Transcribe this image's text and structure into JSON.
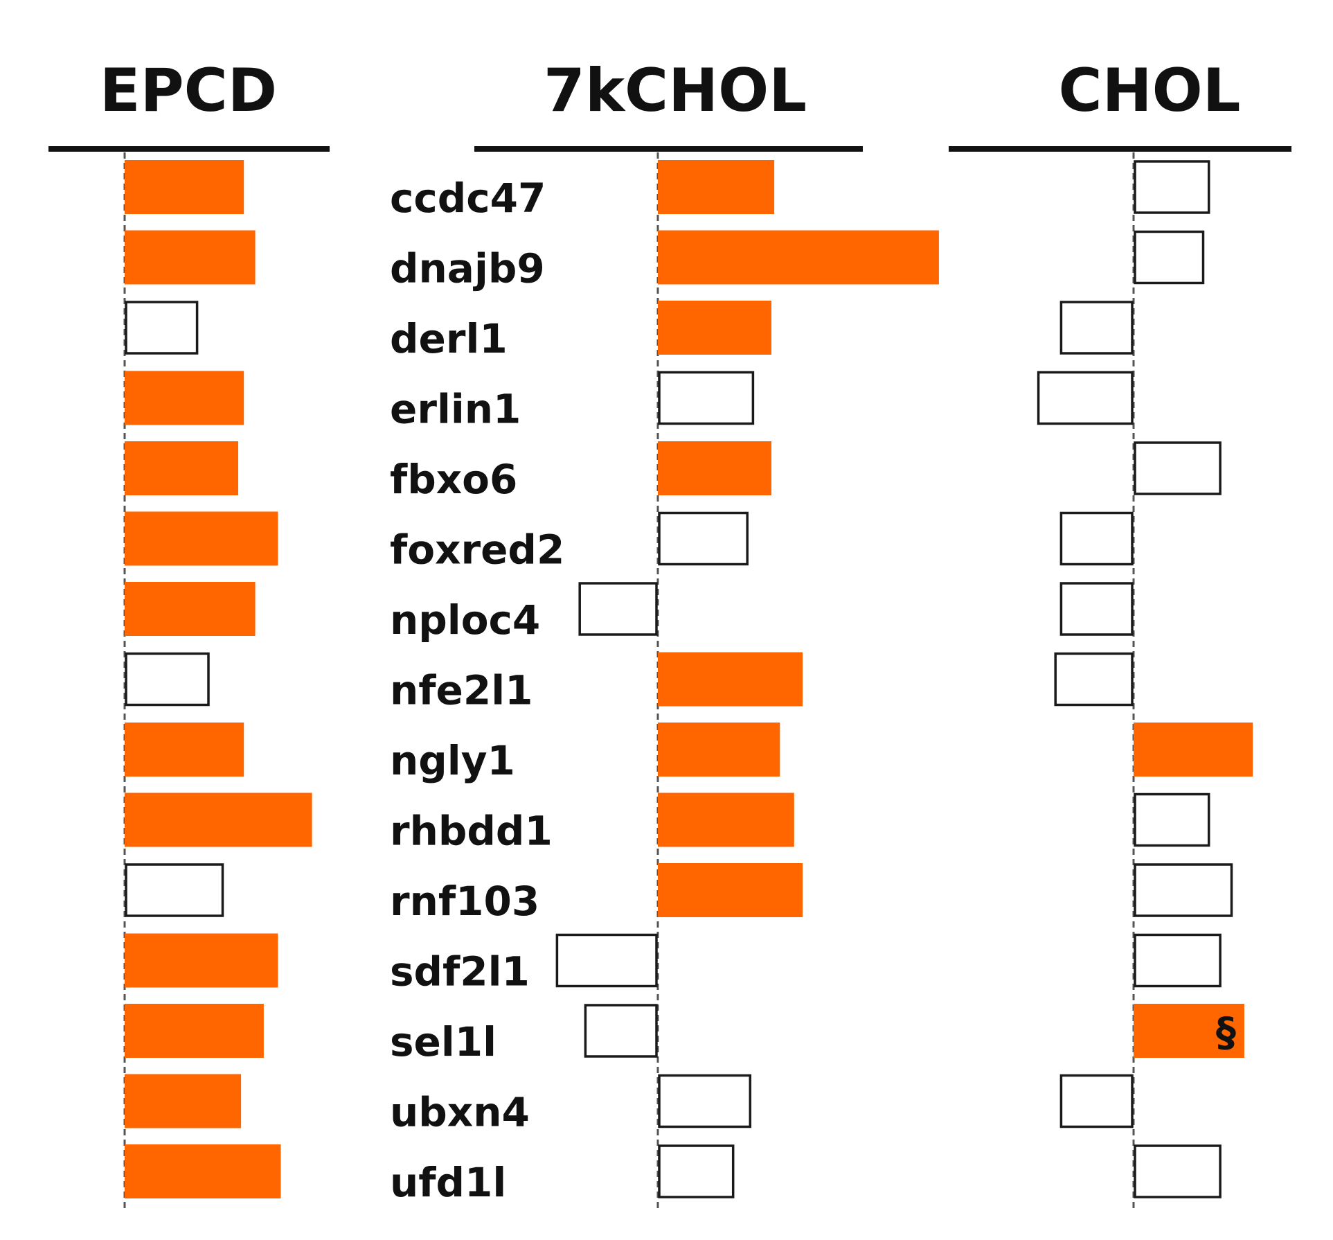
{
  "chart_data": {
    "type": "bar",
    "orientation": "horizontal",
    "categories": [
      "ccdc47",
      "dnajb9",
      "derl1",
      "erlin1",
      "fbxo6",
      "foxred2",
      "nploc4",
      "nfe2l1",
      "ngly1",
      "rhbdd1",
      "rnf103",
      "sdf2l1",
      "sel1l",
      "ubxn4",
      "ufd1l"
    ],
    "bar_style": {
      "significant": "filled",
      "not_significant": "outline"
    },
    "colors": {
      "filled": "#FF6600",
      "outline": "#1a1a1a",
      "baseline": "#555555",
      "header_rule": "#111111"
    },
    "grid": false,
    "panels": [
      {
        "title": "EPCD",
        "values": [
          2.1,
          2.3,
          1.3,
          2.1,
          2.0,
          2.7,
          2.3,
          1.5,
          2.1,
          3.3,
          1.75,
          2.7,
          2.45,
          2.05,
          2.75
        ],
        "significant": [
          true,
          true,
          false,
          true,
          true,
          true,
          true,
          false,
          true,
          true,
          false,
          true,
          true,
          true,
          true
        ]
      },
      {
        "title": "7kCHOL",
        "values": [
          2.05,
          4.95,
          2.0,
          1.7,
          2.0,
          1.6,
          -1.4,
          2.55,
          2.15,
          2.4,
          2.55,
          -1.8,
          -1.3,
          1.65,
          1.35
        ],
        "significant": [
          true,
          true,
          true,
          false,
          true,
          false,
          false,
          true,
          true,
          true,
          true,
          false,
          false,
          false,
          false
        ]
      },
      {
        "title": "CHOL",
        "values": [
          1.35,
          1.25,
          -1.3,
          -1.7,
          1.55,
          -1.3,
          -1.3,
          -1.4,
          2.1,
          1.35,
          1.75,
          1.55,
          1.95,
          -1.3,
          1.55
        ],
        "significant": [
          false,
          false,
          false,
          false,
          false,
          false,
          false,
          false,
          true,
          false,
          false,
          false,
          true,
          false,
          false
        ],
        "annotations": [
          {
            "category": "sel1l",
            "text": "§"
          }
        ]
      }
    ]
  }
}
